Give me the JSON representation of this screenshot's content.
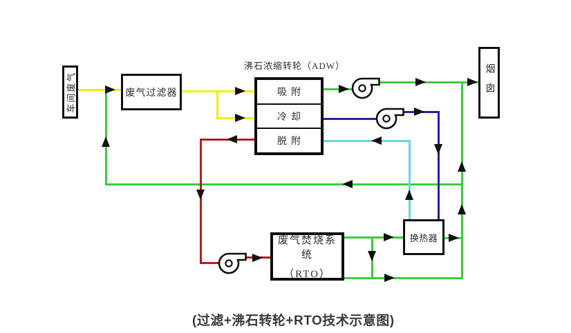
{
  "caption": "(过滤+沸石转轮+RTO技术示意图)",
  "nodes": {
    "workshop": {
      "label": "车间废气"
    },
    "filter": {
      "label": "废气过滤器"
    },
    "wheel": {
      "title": "沸石浓缩转轮（ADW）",
      "rows": [
        {
          "label": "吸附"
        },
        {
          "label": "冷却"
        },
        {
          "label": "脱附"
        }
      ]
    },
    "chimney": {
      "label": "烟囱"
    },
    "rto": {
      "line1": "废气焚烧系统",
      "line2": "（RTO）"
    },
    "heat_exchanger": {
      "label": "换热器"
    }
  },
  "icons": {
    "blower": "centrifugal-fan-icon"
  },
  "colors": {
    "yellow": "#efef08",
    "green": "#3ccb3c",
    "blue": "#22229b",
    "cyan": "#63d9d9",
    "red": "#b02020",
    "arrow": "#111111",
    "line_black": "#0d0d0d",
    "caption_text": "#3a3a3a"
  }
}
